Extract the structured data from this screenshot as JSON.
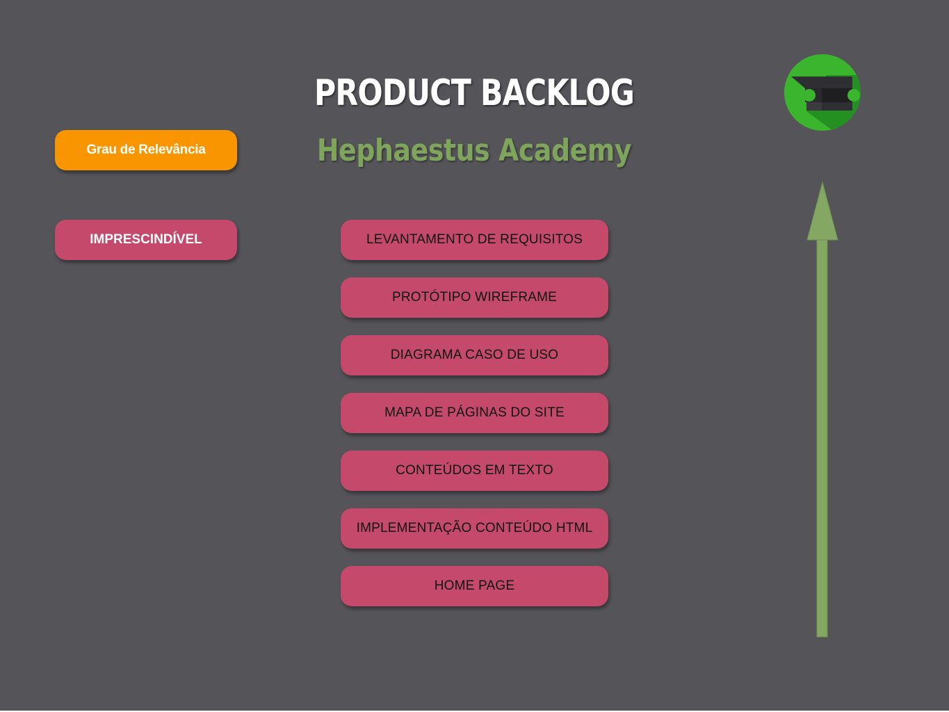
{
  "header": {
    "title": "PRODUCT BACKLOG",
    "subtitle": "Hephaestus Academy"
  },
  "legend": {
    "relevance_label": "Grau de Relevância",
    "priority_level": "IMPRESCINDÍVEL"
  },
  "backlog": {
    "items": [
      "LEVANTAMENTO DE REQUISITOS",
      "PROTÓTIPO WIREFRAME",
      "DIAGRAMA CASO DE USO",
      "MAPA DE PÁGINAS DO SITE",
      "CONTEÚDOS EM TEXTO",
      "IMPLEMENTAÇÃO CONTEÚDO HTML",
      "HOME PAGE"
    ]
  },
  "icons": {
    "logo": "anvil-logo-icon",
    "arrow": "arrow-up-icon"
  },
  "colors": {
    "background": "#545459",
    "relevance": "#f99500",
    "item": "#c4496a",
    "accent_green": "#7fa55c",
    "logo_green": "#3cb52e"
  }
}
